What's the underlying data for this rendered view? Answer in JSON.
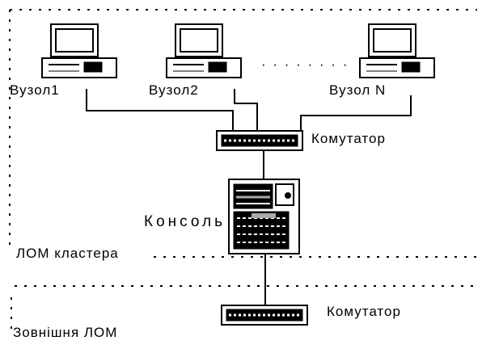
{
  "nodes": [
    {
      "label": "Вузол1"
    },
    {
      "label": "Вузол2"
    },
    {
      "label": "Вузол N"
    }
  ],
  "ellipsis": "· · · · · · · ·",
  "switch_label": "Комутатор",
  "console_label": "Консоль",
  "cluster_lan_label": "ЛОМ кластера",
  "external_switch_label": "Комутатор",
  "external_lan_label": "Зовнішня ЛОМ"
}
